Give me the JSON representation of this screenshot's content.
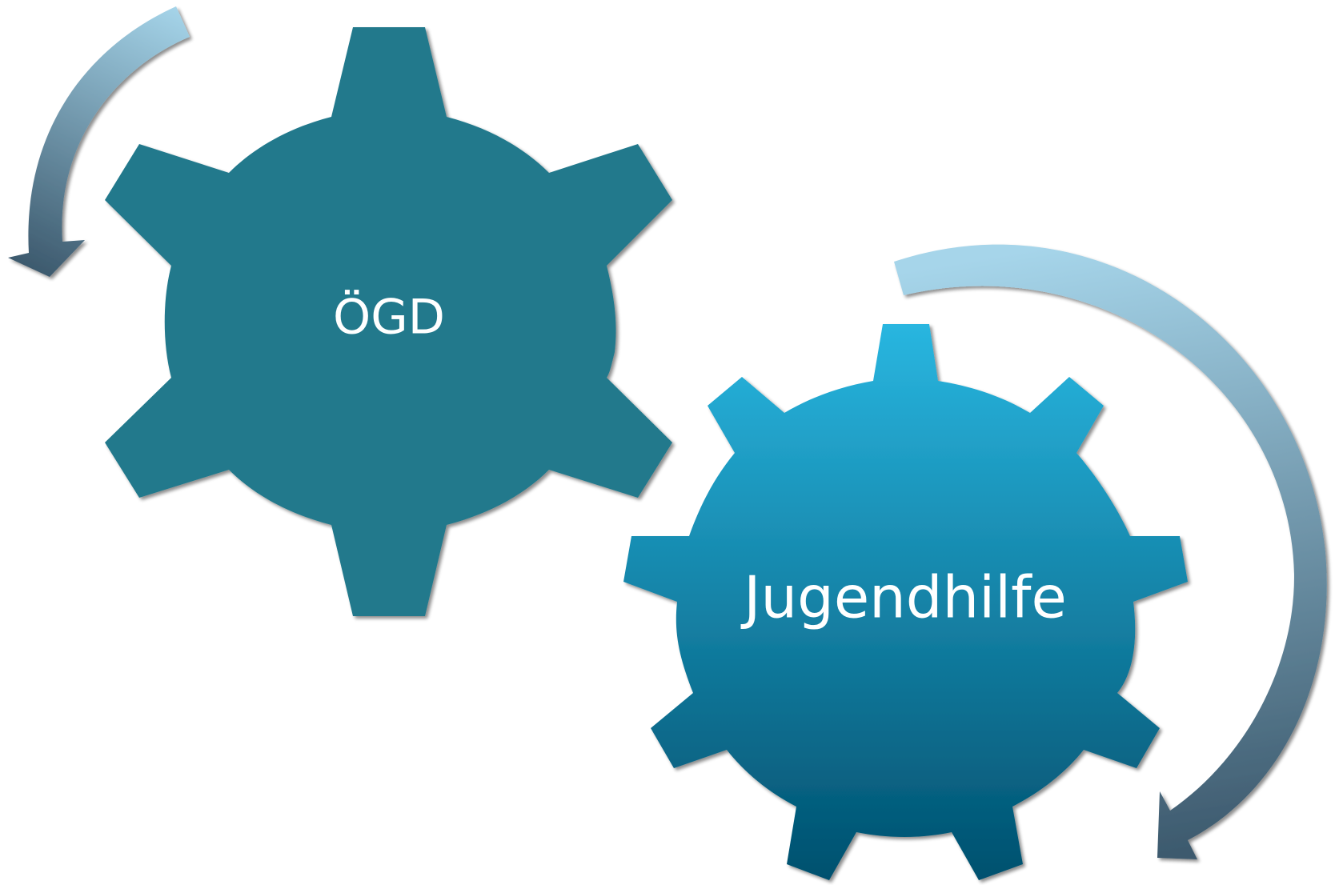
{
  "gears": [
    {
      "id": "oegd",
      "label": "ÖGD",
      "color": "#23798c"
    },
    {
      "id": "jugendhilfe",
      "label": "Jugendhilfe",
      "gradient_top": "#29b6e0",
      "gradient_bottom": "#00506e"
    }
  ],
  "arrows": [
    {
      "id": "counterclockwise-arrow",
      "gradient_start": "#a6d5ea",
      "gradient_end": "#3d5a6e"
    },
    {
      "id": "clockwise-arrow",
      "gradient_start": "#a6d5ea",
      "gradient_end": "#3d5a6e"
    }
  ]
}
